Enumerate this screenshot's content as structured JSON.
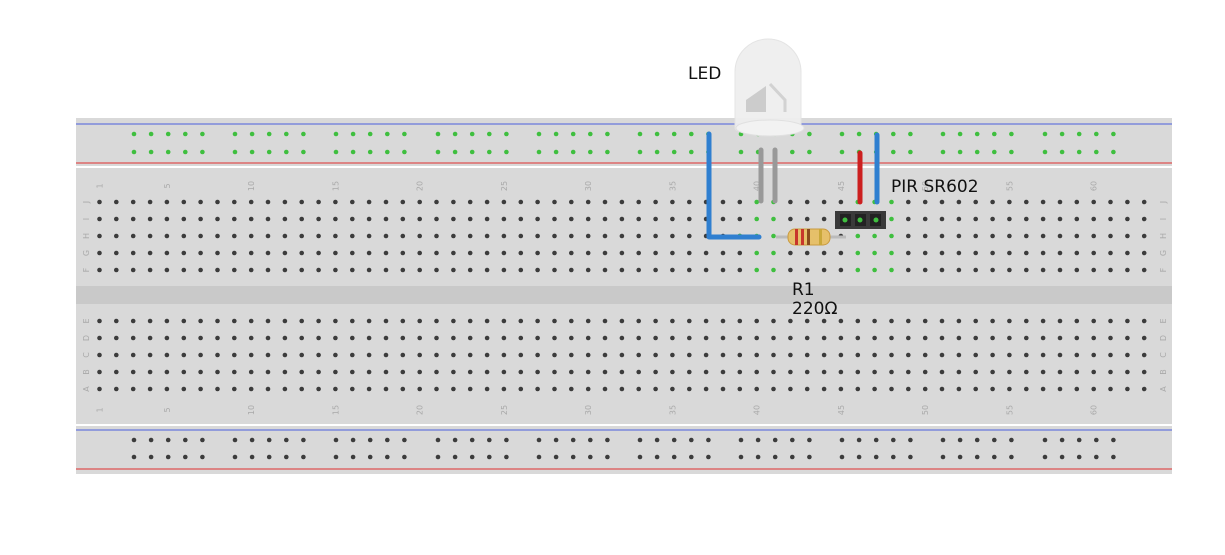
{
  "breadboard": {
    "columns": 63,
    "row_letters_top": [
      "J",
      "I",
      "H",
      "G",
      "F"
    ],
    "row_letters_bottom": [
      "E",
      "D",
      "C",
      "B",
      "A"
    ],
    "column_number_labels": [
      "1",
      "5",
      "10",
      "15",
      "20",
      "25",
      "30",
      "35",
      "40",
      "45",
      "50",
      "55",
      "60"
    ]
  },
  "components": {
    "led": {
      "label": "LED"
    },
    "resistor": {
      "name": "R1",
      "value": "220Ω"
    },
    "pir": {
      "label": "PIR SR602"
    }
  },
  "colors": {
    "board": "#d9d9d9",
    "rail_blue": "#4a5fdd",
    "rail_red": "#e0302e",
    "hole": "#3c3c3c",
    "hole_connected": "#3fbf3f",
    "wire_blue": "#2f7fd0",
    "wire_red": "#cc1f1f",
    "led_legs": "#999999"
  }
}
